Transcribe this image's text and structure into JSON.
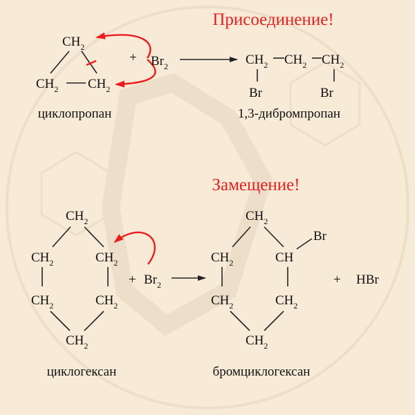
{
  "colors": {
    "background": "#f7ead7",
    "title": "#e32020",
    "arrow_red": "#ea1c1c",
    "text": "#111111"
  },
  "addition": {
    "title": "Присоединение!",
    "reactant_formula": {
      "atom": "CH",
      "sub": "2"
    },
    "plus": "+",
    "reagent": {
      "atom": "Br",
      "sub": "2"
    },
    "product_formula": {
      "atom": "CH",
      "sub": "2"
    },
    "product_substituent": "Br",
    "reactant_name": "циклопропан",
    "product_name": "1,3-дибромпропан"
  },
  "substitution": {
    "title": "Замещение!",
    "ring_formula": {
      "atom": "CH",
      "sub": "2"
    },
    "plus": "+",
    "reagent": {
      "atom": "Br",
      "sub": "2"
    },
    "product_ch": "CH",
    "product_substituent": "Br",
    "byproduct_plus": "+",
    "byproduct": "HBr",
    "reactant_name": "циклогексан",
    "product_name": "бромциклогексан"
  }
}
